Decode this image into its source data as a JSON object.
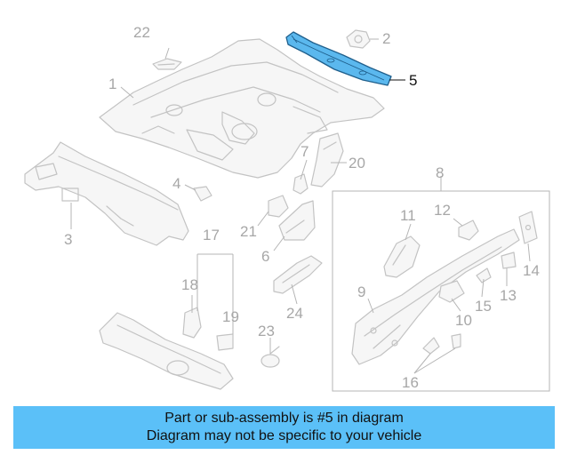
{
  "diagram": {
    "callouts": [
      "1",
      "2",
      "3",
      "4",
      "5",
      "6",
      "7",
      "8",
      "9",
      "10",
      "11",
      "12",
      "13",
      "14",
      "15",
      "16",
      "17",
      "18",
      "19",
      "20",
      "21",
      "22",
      "23",
      "24"
    ],
    "highlighted_part": "5"
  },
  "colors": {
    "banner_bg": "#5bc0f8",
    "highlight_fill": "#5bb8ee",
    "outline": "#c3c3c3"
  },
  "banner": {
    "line1": "Part or sub-assembly is #5 in diagram",
    "line2": "Diagram may not be specific to your vehicle"
  }
}
